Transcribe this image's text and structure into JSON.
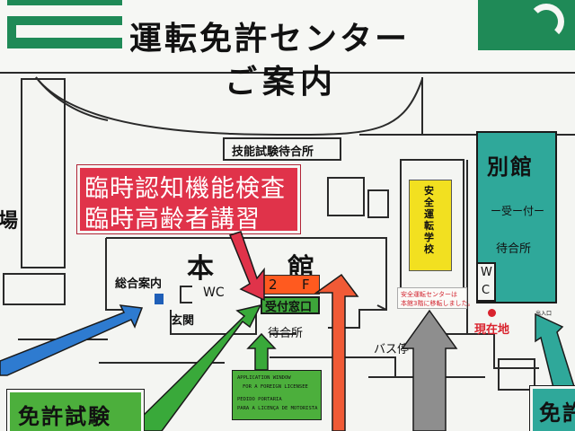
{
  "header": {
    "title": "運転免許センター",
    "subtitle": "ご案内"
  },
  "labels": {
    "skill_test_waiting": "技能試験待合所",
    "jo_partial": "場",
    "main_building_hon": "本",
    "main_building_kan": "館",
    "general_info": "総合案内",
    "wc_main": "WC",
    "entrance": "玄関",
    "second_floor_num": "2",
    "second_floor_f": "F",
    "reception_window": "受付窓口",
    "waiting_area_main": "待合所",
    "bus_stop": "バス停",
    "current_location": "現在地",
    "annex_title": "別館",
    "annex_reception": "ー受ー付ー",
    "annex_waiting": "待合所",
    "annex_w": "W",
    "annex_c": "C",
    "small_label": "出入口",
    "license_test_left": "免許試験",
    "license_test_right_partial": "免許"
  },
  "notices": {
    "cognitive_line1": "臨時認知機能検査",
    "cognitive_line2": "臨時高齢者講習",
    "safety_school": "安全運転学校",
    "safety_center_line1": "安全運転センターは",
    "safety_center_line2": "本館3階に移転しました。",
    "foreign_line1": "APPLICATION WINDOW",
    "foreign_line2": "FOR A FOREIGN LICENSEE",
    "foreign_line3": "PEDIDO PORTARIA",
    "foreign_line4": "PARA A LICENÇA DE MOTORISTA"
  },
  "colors": {
    "header_green": "#1f8a57",
    "annex_teal": "#2fa89a",
    "notice_red": "#e0334a",
    "floor_orange": "#ff5a1f",
    "reception_green": "#3da53a",
    "arrow_blue": "#2e7bd0",
    "arrow_green": "#39a93a",
    "arrow_red": "#f05a36",
    "arrow_gray": "#8e8e8e",
    "school_yellow": "#f2e020",
    "panel_green": "#4caf3c",
    "current_dot": "#d9232e"
  }
}
